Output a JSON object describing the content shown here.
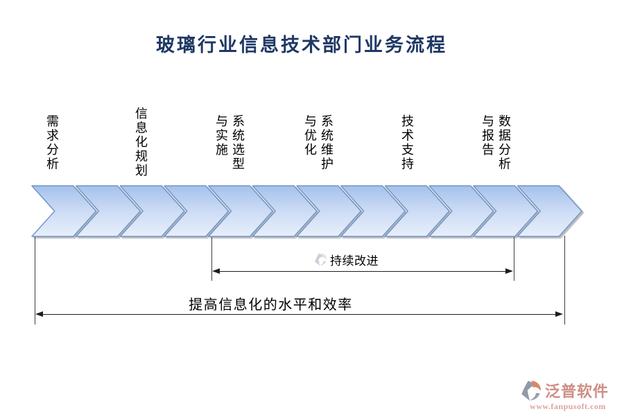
{
  "title": "玻璃行业信息技术部门业务流程",
  "stages": [
    {
      "lines": [
        "需求分析"
      ]
    },
    {
      "lines": [
        "信息化规划"
      ]
    },
    {
      "lines": [
        "系统选型",
        "与实施"
      ]
    },
    {
      "lines": [
        "系统维护",
        "与优化"
      ]
    },
    {
      "lines": [
        "技术支持"
      ]
    },
    {
      "lines": [
        "数据分析",
        "与报告"
      ]
    }
  ],
  "process_band": {
    "chevron_count": 12,
    "fill_top": "#a4c2ed",
    "fill_mid": "#cddcf5",
    "fill_bottom": "#e7effb",
    "stroke": "#6f94c6",
    "shadow": "#7f7f7f"
  },
  "annotations": {
    "continuous_improvement": {
      "label": "持续改进"
    },
    "overall_goal": {
      "label": "提高信息化的水平和效率"
    }
  },
  "branding": {
    "name": "泛普软件",
    "url": "www.fanpusoft.com",
    "name_color": "#cf8e85",
    "url_color": "#dba49d",
    "icon": "fanpu-swirl-icon"
  },
  "colors": {
    "title": "#1f3864",
    "label_text": "#000000",
    "dimension_line": "#333333"
  }
}
